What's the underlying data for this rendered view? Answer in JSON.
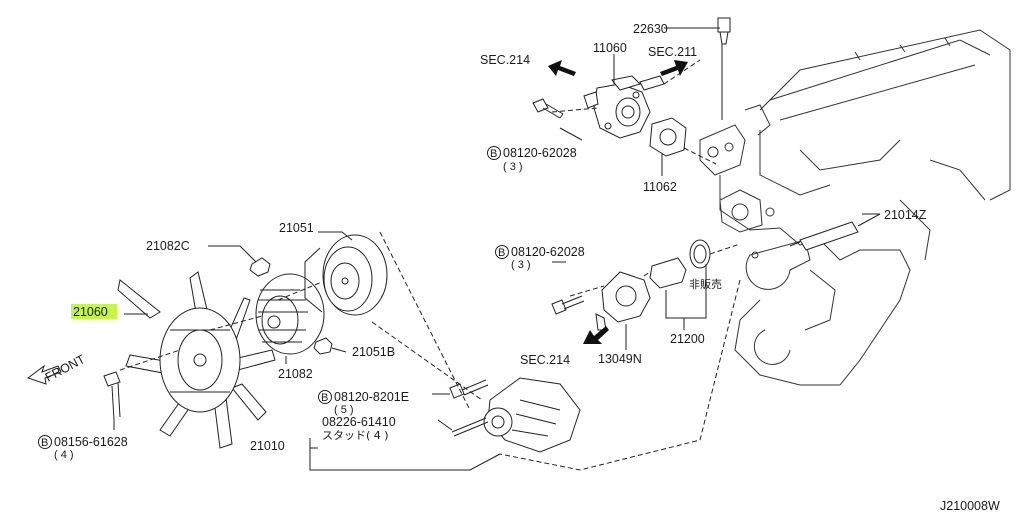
{
  "accent_highlight_color": "#c6f54a",
  "line_color": "#222222",
  "labels": {
    "p22630": "22630",
    "p11060": "11060",
    "sec211": "SEC.211",
    "sec214_top": "SEC.214",
    "bolt_top": "08120-62028",
    "bolt_top_qty": "( 3 )",
    "p11062": "11062",
    "p21014z": "21014Z",
    "p21051": "21051",
    "p21082c": "21082C",
    "p21060": "21060",
    "bolt_mid": "08120-62028",
    "bolt_mid_qty": "( 3 )",
    "not_sold": "非販売",
    "p21200": "21200",
    "p13049n": "13049N",
    "sec214_mid": "SEC.214",
    "p21051b": "21051B",
    "p21082": "21082",
    "front": "FRONT",
    "bolt_8201e": "08120-8201E",
    "bolt_8201e_qty": "( 5 )",
    "stud": "08226-61410",
    "stud_qty": "スタッド( 4 )",
    "p21010": "21010",
    "bolt_fan": "08156-61628",
    "bolt_fan_qty": "( 4 )",
    "bolt_symbol": "B",
    "drawing_id": "J210008W"
  }
}
